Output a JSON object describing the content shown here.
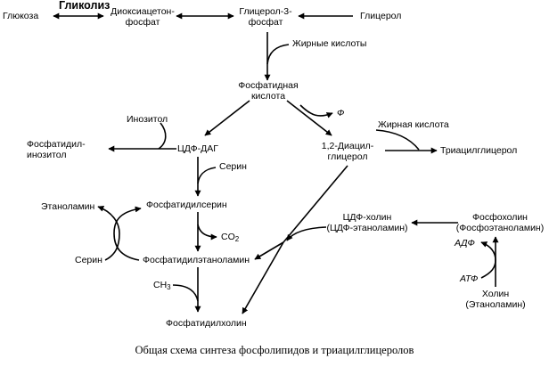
{
  "title": "Гликолиз",
  "nodes": {
    "glucose": "Глюкоза",
    "dhap": [
      "Диоксиацетон-",
      "фосфат"
    ],
    "g3p": [
      "Глицерол-3-",
      "фосфат"
    ],
    "glycerol": "Глицерол",
    "fatty_acids": "Жирные кислоты",
    "pa": [
      "Фосфатидная",
      "кислота"
    ],
    "inositol": "Инозитол",
    "pi_out": "Ф",
    "fatty_acid_single": "Жирная кислота",
    "pi": [
      "Фосфатидил-",
      "инозитол"
    ],
    "cdp_dag": "ЦДФ-ДАГ",
    "dag": [
      "1,2-Диацил-",
      "глицерол"
    ],
    "tag": "Триацилглицерол",
    "serine_in": "Серин",
    "ethanolamine": "Этаноламин",
    "ps": "Фосфатидилсерин",
    "cdp_choline": [
      "ЦДФ-холин",
      "(ЦДФ-этаноламин)"
    ],
    "phosphocholine": [
      "Фосфохолин",
      "(Фосфоэтаноламин)"
    ],
    "co2_base": "CO",
    "co2_sub": "2",
    "adp": "АДФ",
    "serine_out": "Серин",
    "pe": "Фосфатидилэтаноламин",
    "atp": "АТФ",
    "ch3_base": "CH",
    "ch3_sub": "3",
    "choline": [
      "Холин",
      "(Этаноламин)"
    ],
    "pc": "Фосфатидилхолин"
  },
  "caption": "Общая схема синтеза фосфолипидов и триацилглицеролов"
}
